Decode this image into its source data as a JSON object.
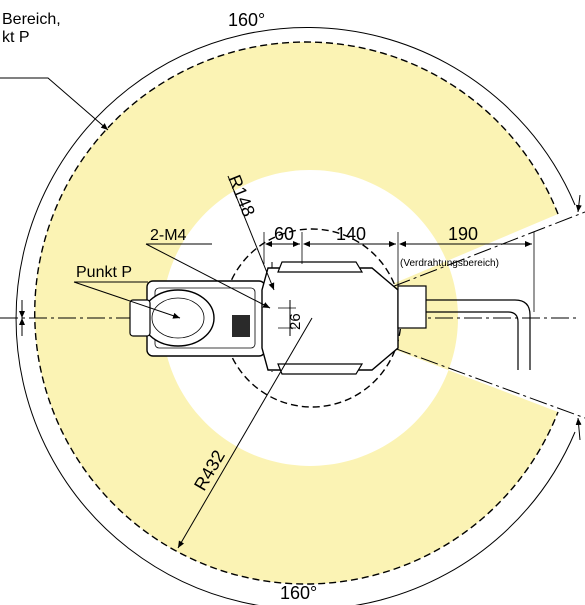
{
  "labels": {
    "area_title_line1": "Bereich,",
    "area_title_line2": "kt P",
    "angle_top": "160°",
    "angle_bottom": "160°",
    "radius_outer": "R432",
    "radius_inner": "R148",
    "dim_60": "60",
    "dim_140": "140",
    "dim_190": "190",
    "dim_26": "26",
    "wiring_area": "(Verdrahtungsbereich)",
    "hole_label": "2-M4",
    "point_label": "Punkt P"
  },
  "colors": {
    "work_area": "#fbf3b4",
    "lines": "#000000",
    "robot_fill": "#ffffff",
    "robot_dark": "#2a2a2a"
  }
}
